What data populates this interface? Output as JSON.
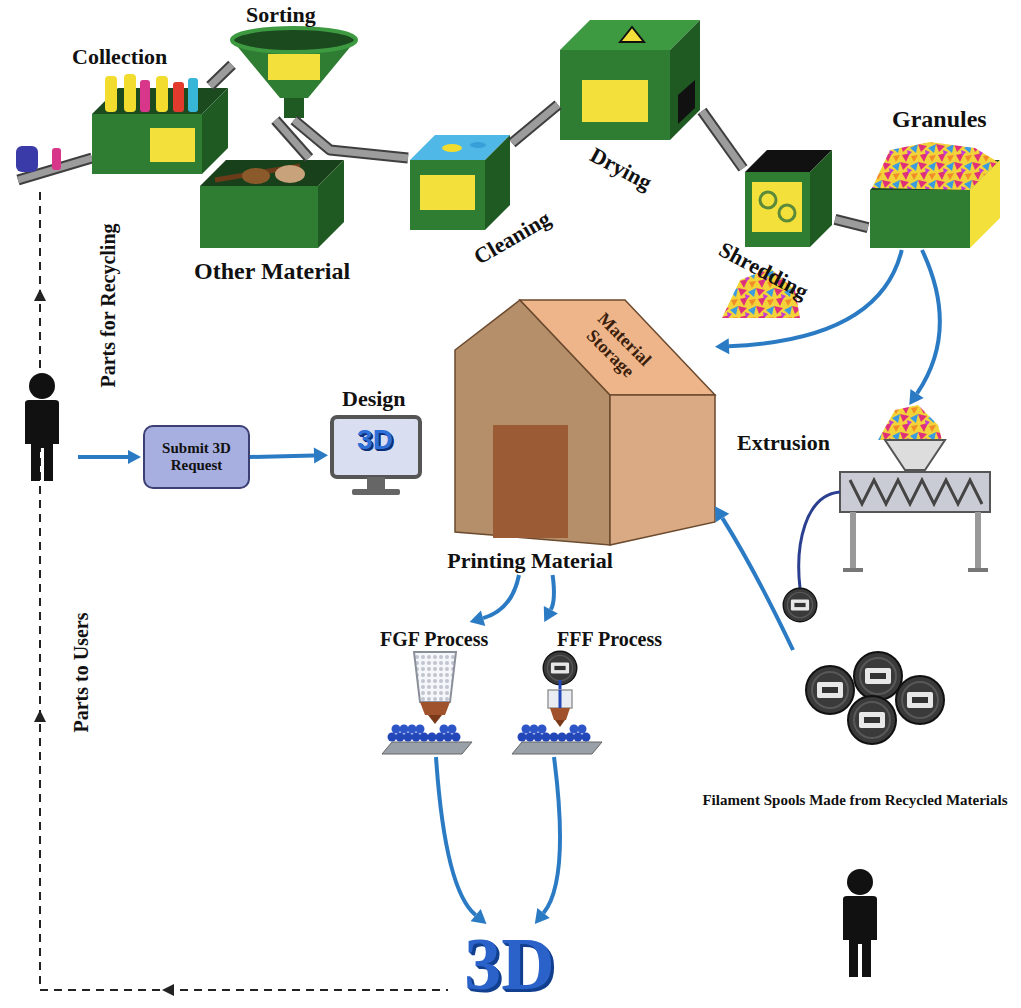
{
  "diagram": {
    "nodes": [
      {
        "text": [
          "Collection"
        ]
      },
      {
        "text": [
          "Sorting"
        ]
      },
      {
        "text": [
          "Other Material"
        ]
      },
      {
        "text": [
          "Cleaning"
        ]
      },
      {
        "text": [
          "Drying"
        ]
      },
      {
        "text": [
          "Shredding"
        ]
      },
      {
        "text": [
          "Granules"
        ]
      },
      {
        "text": [
          "Submit 3D Request"
        ]
      },
      {
        "text": [
          "Design",
          "3D"
        ]
      },
      {
        "text": [
          "Material Storage",
          "Printing Material"
        ]
      },
      {
        "text": [
          "Extrusion"
        ]
      },
      {
        "text": [
          "FGF Process"
        ]
      },
      {
        "text": [
          "FFF Process"
        ]
      },
      {
        "text": [
          "3D"
        ]
      },
      {
        "text": [
          "Filament Spools Made from Recycled Materials"
        ]
      }
    ],
    "edges": [
      {
        "from": 0,
        "to": 1,
        "arrow": "none"
      },
      {
        "from": 1,
        "to": 2,
        "arrow": "none"
      },
      {
        "from": 1,
        "to": 3,
        "arrow": "none"
      },
      {
        "from": 3,
        "to": 4,
        "arrow": "none"
      },
      {
        "from": 4,
        "to": 5,
        "arrow": "none"
      },
      {
        "from": 5,
        "to": 6,
        "arrow": "none"
      },
      {
        "from": 6,
        "to": 9,
        "arrow": "to"
      },
      {
        "from": 6,
        "to": 10,
        "arrow": "to"
      },
      {
        "from": 7,
        "to": 8,
        "arrow": "to"
      },
      {
        "from": 14,
        "to": 9,
        "arrow": "to"
      },
      {
        "from": 9,
        "to": 11,
        "arrow": "to"
      },
      {
        "from": 9,
        "to": 12,
        "arrow": "to"
      },
      {
        "from": 11,
        "to": 13,
        "arrow": "to"
      },
      {
        "from": 12,
        "to": 13,
        "arrow": "to"
      }
    ],
    "labels": [
      "Parts for Recycling",
      "Parts to Users"
    ]
  }
}
